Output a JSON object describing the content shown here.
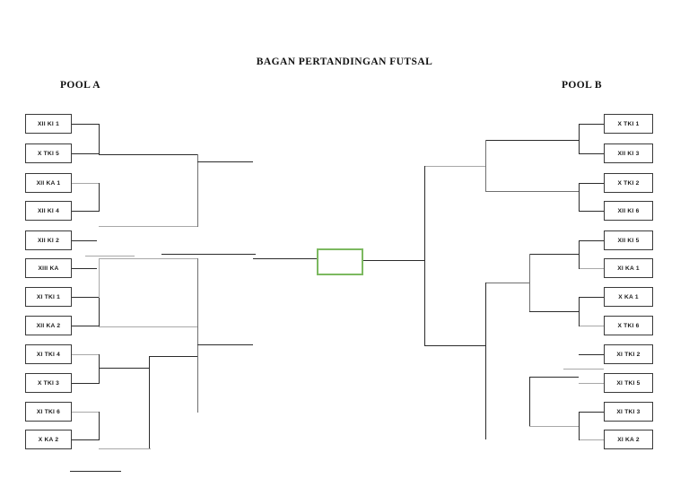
{
  "document": {
    "title": "BAGAN PERTANDINGAN FUTSAL"
  },
  "pools": {
    "a": {
      "label": "POOL A",
      "teams": [
        "XII KI 1",
        "X TKI 5",
        "XII KA 1",
        "XII KI 4",
        "XII KI 2",
        "XIII KA",
        "XI TKI 1",
        "XII KA 2",
        "XI TKI 4",
        "X TKI 3",
        "XI TKI 6",
        "X KA 2"
      ]
    },
    "b": {
      "label": "POOL B",
      "teams": [
        "X TKI 1",
        "XII KI 3",
        "X TKI 2",
        "XII KI 6",
        "XII KI 5",
        "XI KA 1",
        "X KA 1",
        "X TKI 6",
        "XI TKI 2",
        "XI TKI 5",
        "XI TKI 3",
        "XI KA 2"
      ]
    }
  },
  "final": {
    "label": "",
    "border_color": "#7cb960"
  },
  "colors": {
    "box_border": "#3a3a3a",
    "line_dark": "#2b2b2b",
    "line_gray": "#a8a8a8",
    "final_border": "#7cb960",
    "background": "#ffffff"
  }
}
